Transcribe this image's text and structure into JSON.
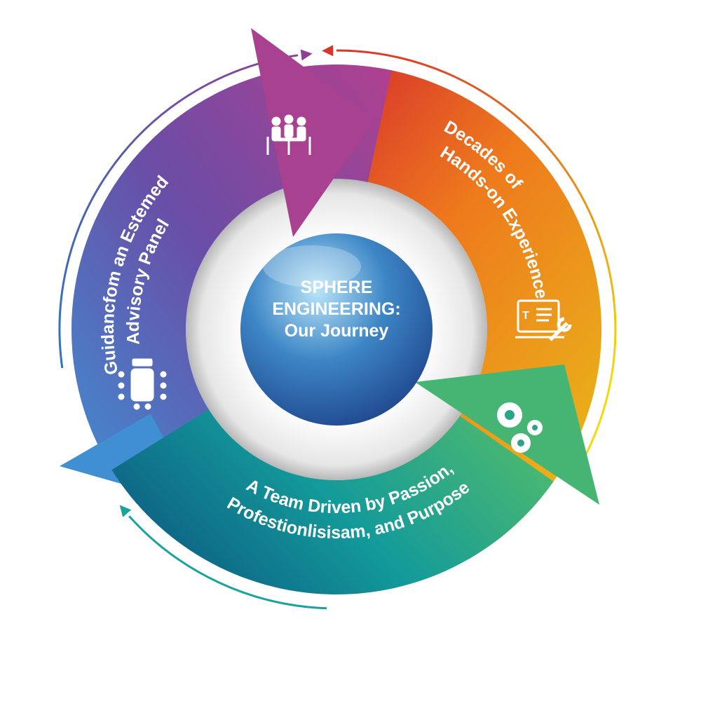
{
  "center": {
    "line1": "SPHERE",
    "line2": "ENGINEERING:",
    "line3": "Our Journey"
  },
  "segments": [
    {
      "lines": [
        "Guidancfom an Estemed",
        "Advisory Panel"
      ],
      "color_start": "#3f8fd2",
      "color_end": "#9a3f98",
      "icons": [
        "team-meeting-icon",
        "conference-table-icon"
      ]
    },
    {
      "lines": [
        "Decades of",
        "Hands-on Experience"
      ],
      "color_start": "#d8362c",
      "color_end": "#f0b818",
      "icons": [
        "laptop-wrench-icon"
      ]
    },
    {
      "lines": [
        "A Team Driven by Passion,",
        "Profestionlisisam, and Purpose"
      ],
      "color_start": "#0d5f86",
      "color_end": "#3cb07a",
      "icons": [
        "gears-icon"
      ]
    }
  ],
  "sphere_color": "#2f62a8"
}
